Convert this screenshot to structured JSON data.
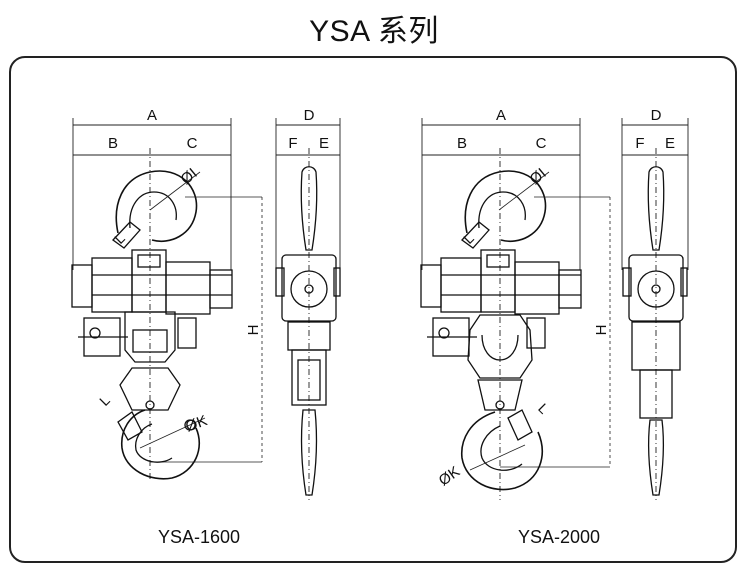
{
  "title": "YSA 系列",
  "models": [
    {
      "name": "YSA-1600",
      "dims": {
        "A": "A",
        "B": "B",
        "C": "C",
        "D": "D",
        "E": "E",
        "F": "F",
        "H": "H",
        "I": "ØI",
        "K": "ØK",
        "L1": "L",
        "L2": "L"
      }
    },
    {
      "name": "YSA-2000",
      "dims": {
        "A": "A",
        "B": "B",
        "C": "C",
        "D": "D",
        "E": "E",
        "F": "F",
        "H": "H",
        "I": "ØI",
        "K": "ØK",
        "L1": "L",
        "L2": "L"
      }
    }
  ],
  "colors": {
    "line": "#111111",
    "dim_line": "#222222",
    "frame": "#222222"
  }
}
